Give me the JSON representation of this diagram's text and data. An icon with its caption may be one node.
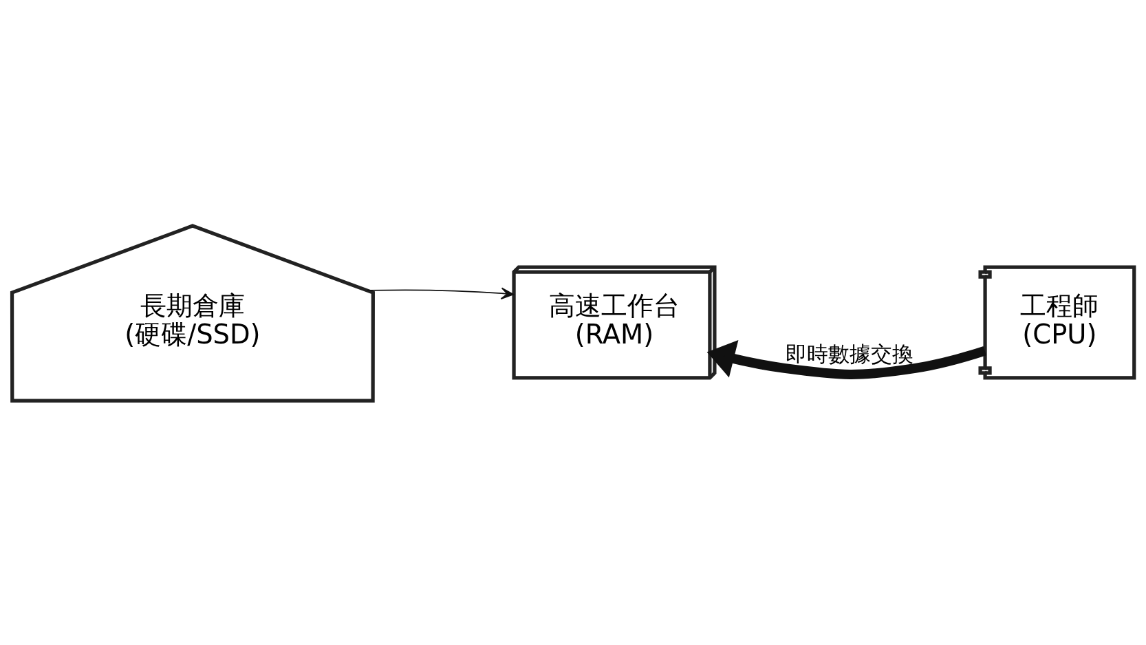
{
  "diagram": {
    "nodes": [
      {
        "text": [
          "長期倉庫",
          "(硬碟/SSD)"
        ]
      },
      {
        "text": [
          "高速工作台",
          "(RAM)"
        ]
      },
      {
        "text": [
          "工程師",
          "(CPU)"
        ]
      }
    ],
    "edges": [
      {
        "from": 0,
        "to": 1,
        "arrow": "to"
      },
      {
        "from": 2,
        "to": 1,
        "arrow": "to",
        "label": "即時數據交換",
        "style": "thick"
      }
    ]
  }
}
